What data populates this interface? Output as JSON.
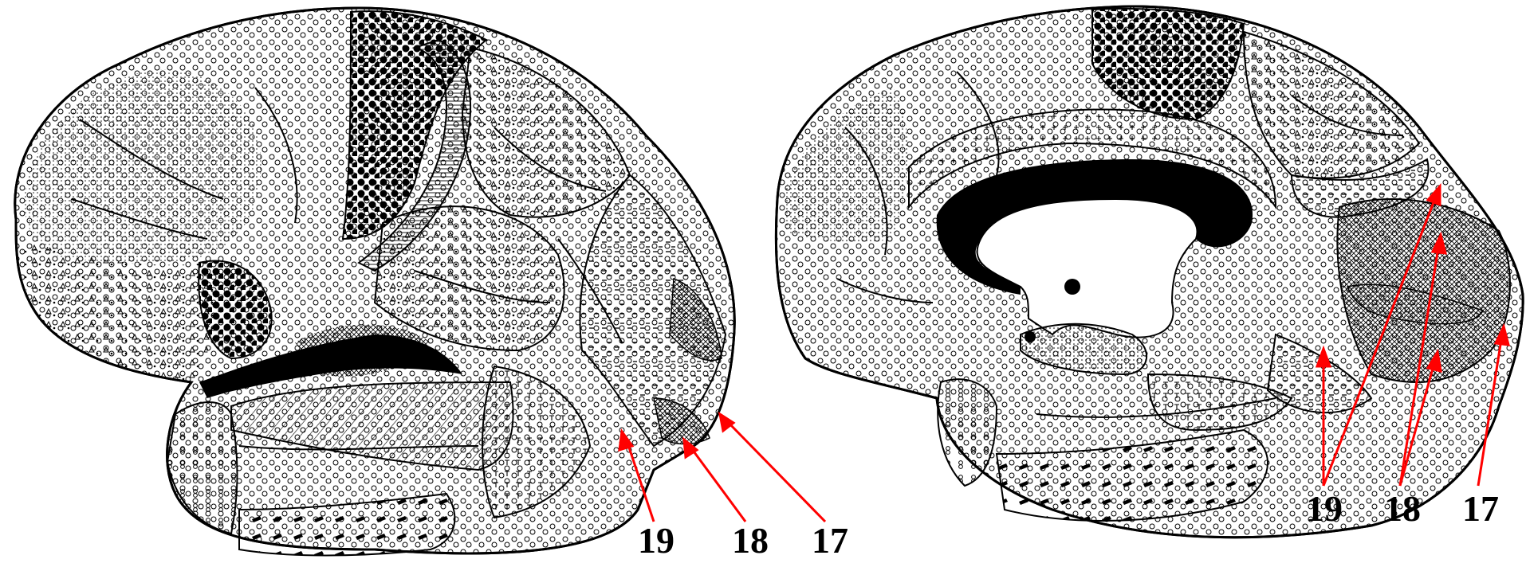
{
  "lateral_view": {
    "labels": [
      "19",
      "18",
      "17"
    ]
  },
  "medial_view": {
    "labels": [
      "19",
      "18",
      "17"
    ]
  },
  "colors": {
    "arrow": "#ff0000",
    "ink": "#000000",
    "background": "#ffffff"
  }
}
